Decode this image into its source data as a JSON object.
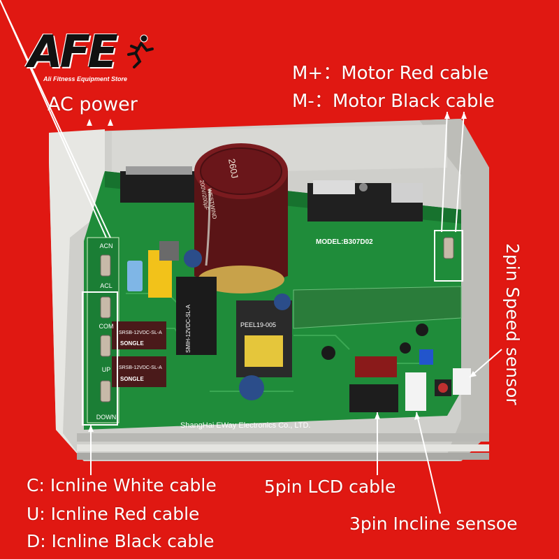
{
  "logo": {
    "mark": "AFE",
    "subtitle": "Ali Fitness Equipment Store"
  },
  "annotations": {
    "ac_power": "AC power",
    "motor_plus": "M+：Motor Red cable",
    "motor_minus": "M-：Motor Black cable",
    "speed_sensor": "2pin Speed sensor",
    "incline_c": "C: Icnline White cable",
    "incline_u": "U: Icnline Red cable",
    "incline_d": "D: Icnline Black cable",
    "lcd_cable": "5pin LCD cable",
    "incline_sensor": "3pin Incline sensoe"
  },
  "board": {
    "model": "MODEL:B307D02",
    "maker": "ShangHai EWay Electronics Co., LTD.",
    "capacitor_brand": "WESTWIND",
    "capacitor_rating": "200V/200µF",
    "capacitor_code": "260J",
    "transformer": "PEEL19-005",
    "relay_large": "SMIH-12VDC-SL-A",
    "relay_small": "SRSB-12VDC-SL-A",
    "relay_brand": "SONGLE",
    "terminals": [
      "ACN",
      "ACL",
      "COM",
      "UP",
      "DOWN"
    ]
  },
  "colors": {
    "background": "#e01812",
    "pcb": "#1f8c3a",
    "heatsink": "#d9d9d6",
    "label_text": "#ffffff"
  }
}
